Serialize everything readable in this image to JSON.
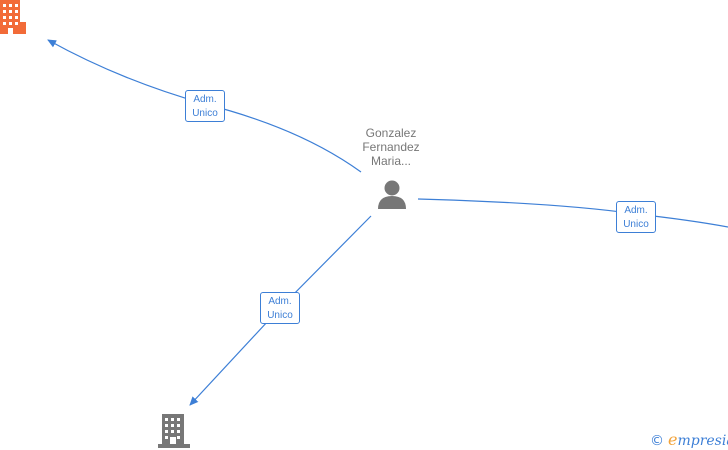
{
  "person": {
    "name_lines": [
      "Gonzalez",
      "Fernandez",
      "Maria..."
    ],
    "icon": "person-icon",
    "color": "#777777"
  },
  "nodes": [
    {
      "id": "company-top-left",
      "icon": "building-icon",
      "color": "#f26b38"
    },
    {
      "id": "company-bottom-left",
      "icon": "building-icon",
      "color": "#777777"
    }
  ],
  "edges": [
    {
      "id": "edge-top-left",
      "label_line1": "Adm.",
      "label_line2": "Unico"
    },
    {
      "id": "edge-right",
      "label_line1": "Adm.",
      "label_line2": "Unico"
    },
    {
      "id": "edge-bottom-left",
      "label_line1": "Adm.",
      "label_line2": "Unico"
    }
  ],
  "edge_color": "#3d7fd6",
  "watermark": {
    "copyright": "©",
    "brand_initial": "e",
    "brand_rest": "mpresia"
  }
}
